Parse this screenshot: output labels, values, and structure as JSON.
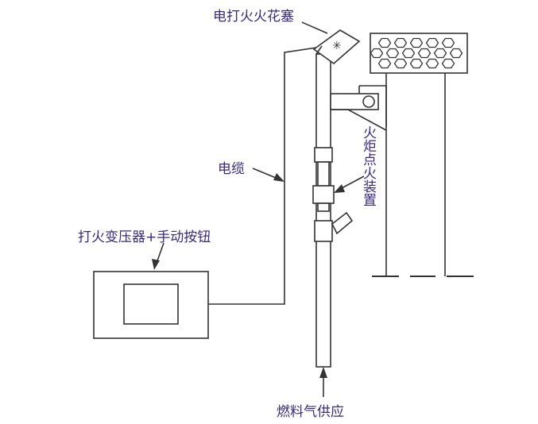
{
  "labels": {
    "spark_plug": "电打火火花塞",
    "cable": "电缆",
    "transformer": "打火变压器+手动按钮",
    "ignition_device": "火炬点火装置",
    "fuel_supply": "燃料气供应"
  },
  "colors": {
    "label_text": "#3a2a78",
    "line": "#333333"
  }
}
